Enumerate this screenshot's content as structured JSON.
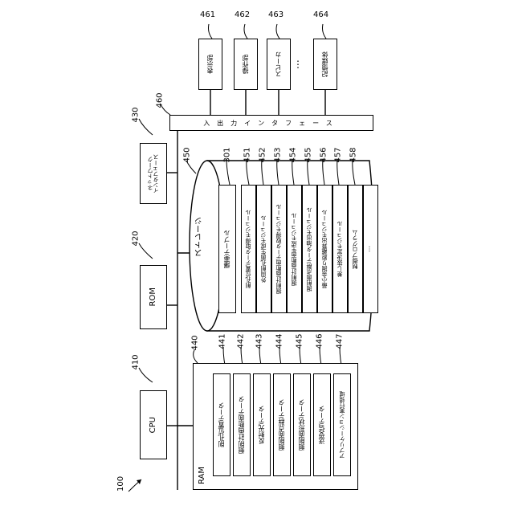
{
  "figure_ref": "100",
  "cpu": {
    "ref": "410",
    "label": "CPU"
  },
  "rom": {
    "ref": "420",
    "label": "ROM"
  },
  "network_if": {
    "ref": "430",
    "label_line1": "ネットワーク",
    "label_line2": "インタフェース"
  },
  "ram": {
    "ref": "440",
    "label": "RAM",
    "items": [
      {
        "ref": "441",
        "label": "削孔位置データ"
      },
      {
        "ref": "442",
        "label": "掘削計画断面データ"
      },
      {
        "ref": "443",
        "label": "反射光データ"
      },
      {
        "ref": "444",
        "label": "掘削面点群データ"
      },
      {
        "ref": "445",
        "label": "掘削面形状データ"
      },
      {
        "ref": "446",
        "label": "送受信データ"
      },
      {
        "ref": "447",
        "label": "アプリケーション実行領域"
      }
    ]
  },
  "storage": {
    "ref": "450",
    "label": "ストレージ",
    "items": [
      {
        "ref": "301",
        "label": "爆薬テーブル"
      },
      {
        "ref": "451",
        "label": "削孔位置データ取得モジュール"
      },
      {
        "ref": "452",
        "label": "外周削孔面生成モジュール"
      },
      {
        "ref": "453",
        "label": "掘削計画断面データ取得モジュール"
      },
      {
        "ref": "454",
        "label": "掘削計画断面生成モジュール"
      },
      {
        "ref": "455",
        "label": "掘削面点群データ抽出モジュール"
      },
      {
        "ref": "456",
        "label": "最小余掘り距離算出モジュール"
      },
      {
        "ref": "457",
        "label": "差し抜決定モジュール"
      },
      {
        "ref": "458",
        "label": "制御プログラム"
      },
      {
        "ref": "",
        "label": "…"
      }
    ]
  },
  "io_if": {
    "ref": "460",
    "label": "入出力インタフェース"
  },
  "devices": [
    {
      "ref": "461",
      "label": "表示部"
    },
    {
      "ref": "462",
      "label": "操作部"
    },
    {
      "ref": "463",
      "label": "スピーカ"
    },
    {
      "ref": "464",
      "label": "記憶媒体"
    }
  ],
  "devices_ellipsis": "⋮"
}
